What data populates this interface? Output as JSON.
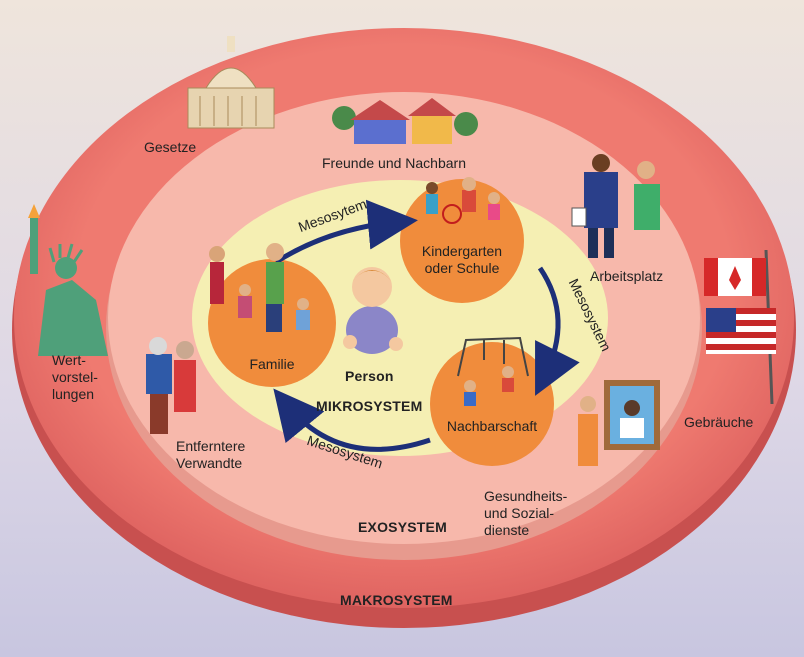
{
  "diagram": {
    "systems": {
      "makro": "MAKROSYSTEM",
      "exo": "EXOSYSTEM",
      "mikro": "MIKROSYSTEM",
      "person": "Person"
    },
    "labels": {
      "gesetze": "Gesetze",
      "freunde": "Freunde und Nachbarn",
      "arbeitsplatz": "Arbeitsplatz",
      "wertvorstellungen": "Wert-\nvorstel-\nlungen",
      "gebraeuche": "Gebräuche",
      "verwandte": "Entferntere\nVerwandte",
      "gesundheit": "Gesundheits-\nund Sozial-\ndienste",
      "familie": "Familie",
      "kindergarten": "Kindergarten\noder Schule",
      "nachbarschaft": "Nachbarschaft"
    },
    "mesosystem": {
      "top": "Mesosytem",
      "right": "Mesosystem",
      "bottom": "Mesosystem"
    },
    "colors": {
      "makro": "#e86a6a",
      "exo": "#f6b6a8",
      "mikro": "#f7f0b8",
      "circle": "#f08c3c",
      "arrow": "#1d2f78"
    },
    "icons": [
      "capitol-icon",
      "houses-icon",
      "business-people-icon",
      "statue-of-liberty-icon",
      "flags-icon",
      "elderly-couple-icon",
      "doctor-visit-icon",
      "family-icon",
      "school-children-icon",
      "playground-icon",
      "baby-icon"
    ]
  }
}
